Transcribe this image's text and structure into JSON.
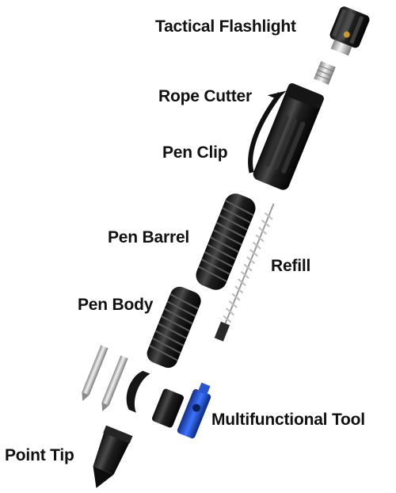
{
  "labels": {
    "flashlight": "Tactical Flashlight",
    "rope_cutter": "Rope Cutter",
    "pen_clip": "Pen Clip",
    "pen_barrel": "Pen Barrel",
    "refill": "Refill",
    "pen_body": "Pen Body",
    "multifunctional_tool": "Multifunctional Tool",
    "point_tip": "Point Tip"
  },
  "colors": {
    "background": "#ffffff",
    "metal_black": "#1b1b1b",
    "metal_highlight": "#6a6a6a",
    "steel": "#bdbdbd",
    "brass": "#c99a2e",
    "tool_blue": "#1f4fc4"
  }
}
